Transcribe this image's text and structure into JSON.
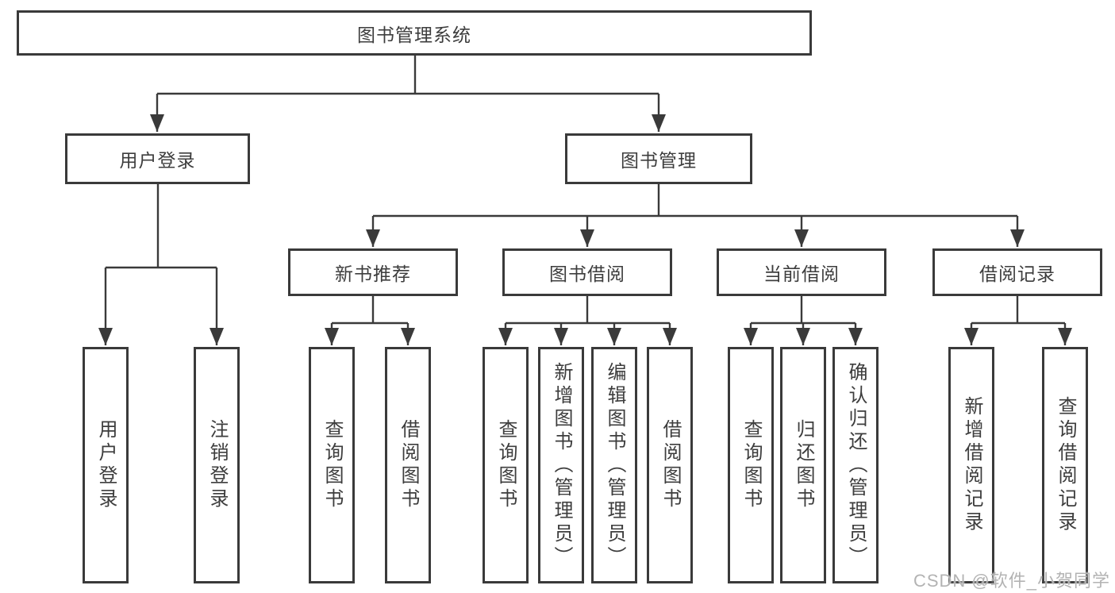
{
  "nodes": {
    "root": "图书管理系统",
    "level2": {
      "user_login": "用户登录",
      "book_mgmt": "图书管理"
    },
    "level3": {
      "new_books": "新书推荐",
      "book_borrow": "图书借阅",
      "current_borrow": "当前借阅",
      "borrow_records": "借阅记录"
    },
    "leaves": {
      "user_login_login": "用户登录",
      "user_login_logout": "注销登录",
      "new_books_query": "查询图书",
      "new_books_borrow": "借阅图书",
      "book_borrow_query": "查询图书",
      "book_borrow_add": "新增图书（管理员）",
      "book_borrow_edit": "编辑图书（管理员）",
      "book_borrow_borrow": "借阅图书",
      "current_query": "查询图书",
      "current_return": "归还图书",
      "current_confirm": "确认归还（管理员）",
      "records_add": "新增借阅记录",
      "records_query": "查询借阅记录"
    }
  },
  "watermark": "CSDN @软件_小贺同学",
  "colors": {
    "line": "#3a3a3a",
    "box_border": "#3a3a3a",
    "text": "#3d3d3d",
    "watermark": "#b3b3b3",
    "background": "#ffffff"
  }
}
